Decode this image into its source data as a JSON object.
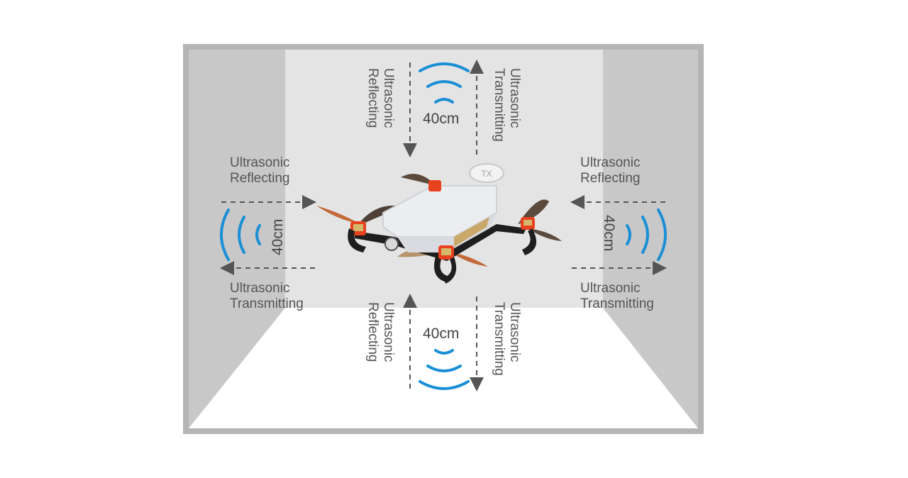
{
  "labels": {
    "top_reflecting": "Ultrasonic\nReflecting",
    "top_transmitting": "Ultrasonic\nTransmitting",
    "top_distance": "40cm",
    "left_reflecting": "Ultrasonic\nReflecting",
    "left_transmitting": "Ultrasonic\nTransmitting",
    "left_distance": "40cm",
    "right_reflecting": "Ultrasonic\nReflecting",
    "right_transmitting": "Ultrasonic\nTransmitting",
    "right_distance": "40cm",
    "bottom_reflecting": "Ultrasonic\nReflecting",
    "bottom_transmitting": "Ultrasonic\nTransmitting",
    "bottom_distance": "40cm",
    "drone_badge": "TX"
  },
  "colors": {
    "wave": "#1a8fd6",
    "arrow": "#555555",
    "frame": "#b5b5b5",
    "back_wall": "#e4e4e4",
    "side_wall": "#c8c8c8",
    "floor": "#ffffff"
  }
}
